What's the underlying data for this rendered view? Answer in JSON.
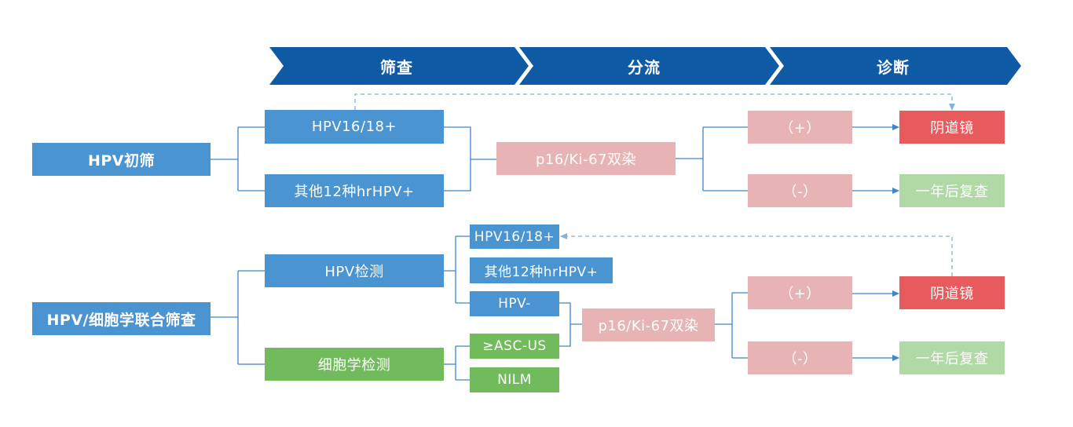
{
  "colors": {
    "header": "#0f5aa5",
    "blue": "#4a94d2",
    "green": "#72bb5c",
    "pink": "#e8b3b4",
    "red": "#e75b5d",
    "light_green": "#b1d9a6",
    "connector": "#3d86c8",
    "dashed": "#7eb2e0"
  },
  "header": {
    "stage1": "筛查",
    "stage2": "分流",
    "stage3": "诊断"
  },
  "top": {
    "start": "HPV初筛",
    "hpv1618": "HPV16/18+",
    "other12": "其他12种hrHPV+",
    "p16": "p16/Ki-67双染",
    "pos": "（+）",
    "neg": "（-）",
    "colposcopy": "阴道镜",
    "followup": "一年后复查"
  },
  "bottom": {
    "start": "HPV/细胞学联合筛查",
    "hpv_test": "HPV检测",
    "cyto_test": "细胞学检测",
    "hpv1618": "HPV16/18+",
    "other12": "其他12种hrHPV+",
    "hpv_neg": "HPV-",
    "asc_us": "≥ASC-US",
    "nilm": "NILM",
    "p16": "p16/Ki-67双染",
    "pos": "（+）",
    "neg": "（-）",
    "colposcopy": "阴道镜",
    "followup": "一年后复查"
  }
}
